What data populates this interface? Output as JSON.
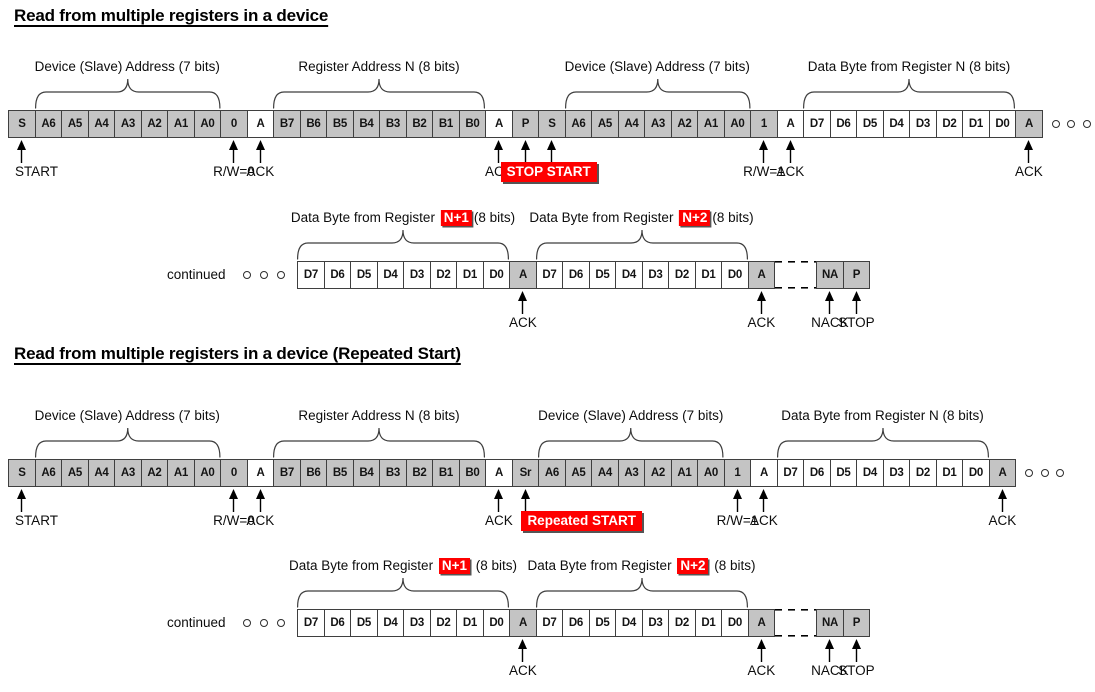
{
  "colors": {
    "background": "#ffffff",
    "cell_gray": "#c4c4c4",
    "cell_white": "#ffffff",
    "cell_border": "#3f3f3f",
    "text": "#0d0d0d",
    "highlight_red": "#fe0000",
    "highlight_text": "#ffffff",
    "brace": "#3d3d3d",
    "arrow": "#000000"
  },
  "diagrams": [
    {
      "title": "Read from multiple registers in a device",
      "rows": [
        {
          "cells": [
            {
              "t": "S",
              "f": "g"
            },
            {
              "t": "A6",
              "f": "g"
            },
            {
              "t": "A5",
              "f": "g"
            },
            {
              "t": "A4",
              "f": "g"
            },
            {
              "t": "A3",
              "f": "g"
            },
            {
              "t": "A2",
              "f": "g"
            },
            {
              "t": "A1",
              "f": "g"
            },
            {
              "t": "A0",
              "f": "g"
            },
            {
              "t": "0",
              "f": "g"
            },
            {
              "t": "A",
              "f": "w"
            },
            {
              "t": "B7",
              "f": "g"
            },
            {
              "t": "B6",
              "f": "g"
            },
            {
              "t": "B5",
              "f": "g"
            },
            {
              "t": "B4",
              "f": "g"
            },
            {
              "t": "B3",
              "f": "g"
            },
            {
              "t": "B2",
              "f": "g"
            },
            {
              "t": "B1",
              "f": "g"
            },
            {
              "t": "B0",
              "f": "g"
            },
            {
              "t": "A",
              "f": "w"
            },
            {
              "t": "P",
              "f": "g"
            },
            {
              "t": "S",
              "f": "g"
            },
            {
              "t": "A6",
              "f": "g"
            },
            {
              "t": "A5",
              "f": "g"
            },
            {
              "t": "A4",
              "f": "g"
            },
            {
              "t": "A3",
              "f": "g"
            },
            {
              "t": "A2",
              "f": "g"
            },
            {
              "t": "A1",
              "f": "g"
            },
            {
              "t": "A0",
              "f": "g"
            },
            {
              "t": "1",
              "f": "g"
            },
            {
              "t": "A",
              "f": "w"
            },
            {
              "t": "D7",
              "f": "w"
            },
            {
              "t": "D6",
              "f": "w"
            },
            {
              "t": "D5",
              "f": "w"
            },
            {
              "t": "D4",
              "f": "w"
            },
            {
              "t": "D3",
              "f": "w"
            },
            {
              "t": "D2",
              "f": "w"
            },
            {
              "t": "D1",
              "f": "w"
            },
            {
              "t": "D0",
              "f": "w"
            },
            {
              "t": "A",
              "f": "g"
            }
          ],
          "braces": [
            {
              "from": 1,
              "to": 7,
              "parts": [
                {
                  "t": "Device (Slave) Address (7 bits)"
                }
              ]
            },
            {
              "from": 10,
              "to": 17,
              "parts": [
                {
                  "t": "Register Address N (8 bits)"
                }
              ]
            },
            {
              "from": 21,
              "to": 27,
              "parts": [
                {
                  "t": "Device (Slave) Address (7 bits)"
                }
              ]
            },
            {
              "from": 30,
              "to": 37,
              "parts": [
                {
                  "t": "Data Byte from Register N (8 bits)"
                }
              ]
            }
          ],
          "callouts": [
            {
              "cells": [
                0
              ],
              "label": "START",
              "align": "left"
            },
            {
              "cells": [
                8
              ],
              "label": "R/W=0"
            },
            {
              "cells": [
                9
              ],
              "label": "ACK"
            },
            {
              "cells": [
                18
              ],
              "label": "ACK"
            },
            {
              "cells": [
                19,
                20
              ],
              "label": "STOP START",
              "red": true
            },
            {
              "cells": [
                28
              ],
              "label": "R/W=1"
            },
            {
              "cells": [
                29
              ],
              "label": "ACK"
            },
            {
              "cells": [
                38
              ],
              "label": "ACK"
            }
          ],
          "dots_after": true
        },
        {
          "prefix": "continued",
          "dots_before": true,
          "dash_gap_before": 18,
          "cells": [
            {
              "t": "D7",
              "f": "w"
            },
            {
              "t": "D6",
              "f": "w"
            },
            {
              "t": "D5",
              "f": "w"
            },
            {
              "t": "D4",
              "f": "w"
            },
            {
              "t": "D3",
              "f": "w"
            },
            {
              "t": "D2",
              "f": "w"
            },
            {
              "t": "D1",
              "f": "w"
            },
            {
              "t": "D0",
              "f": "w"
            },
            {
              "t": "A",
              "f": "g"
            },
            {
              "t": "D7",
              "f": "w"
            },
            {
              "t": "D6",
              "f": "w"
            },
            {
              "t": "D5",
              "f": "w"
            },
            {
              "t": "D4",
              "f": "w"
            },
            {
              "t": "D3",
              "f": "w"
            },
            {
              "t": "D2",
              "f": "w"
            },
            {
              "t": "D1",
              "f": "w"
            },
            {
              "t": "D0",
              "f": "w"
            },
            {
              "t": "A",
              "f": "g"
            },
            {
              "t": "NA",
              "f": "g"
            },
            {
              "t": "P",
              "f": "g"
            }
          ],
          "braces": [
            {
              "from": 0,
              "to": 7,
              "parts": [
                {
                  "t": "Data Byte from Register "
                },
                {
                  "t": "N+1",
                  "red": true
                },
                {
                  "t": "(8 bits)"
                }
              ]
            },
            {
              "from": 9,
              "to": 16,
              "parts": [
                {
                  "t": "Data Byte from Register "
                },
                {
                  "t": "N+2",
                  "red": true
                },
                {
                  "t": "(8 bits)"
                }
              ]
            }
          ],
          "callouts": [
            {
              "cells": [
                8
              ],
              "label": "ACK"
            },
            {
              "cells": [
                17
              ],
              "label": "ACK"
            },
            {
              "cells": [
                18
              ],
              "label": "NACK"
            },
            {
              "cells": [
                19
              ],
              "label": "STOP"
            }
          ]
        }
      ]
    },
    {
      "title": "Read from multiple registers in a device (Repeated Start)",
      "rows": [
        {
          "cells": [
            {
              "t": "S",
              "f": "g"
            },
            {
              "t": "A6",
              "f": "g"
            },
            {
              "t": "A5",
              "f": "g"
            },
            {
              "t": "A4",
              "f": "g"
            },
            {
              "t": "A3",
              "f": "g"
            },
            {
              "t": "A2",
              "f": "g"
            },
            {
              "t": "A1",
              "f": "g"
            },
            {
              "t": "A0",
              "f": "g"
            },
            {
              "t": "0",
              "f": "g"
            },
            {
              "t": "A",
              "f": "w"
            },
            {
              "t": "B7",
              "f": "g"
            },
            {
              "t": "B6",
              "f": "g"
            },
            {
              "t": "B5",
              "f": "g"
            },
            {
              "t": "B4",
              "f": "g"
            },
            {
              "t": "B3",
              "f": "g"
            },
            {
              "t": "B2",
              "f": "g"
            },
            {
              "t": "B1",
              "f": "g"
            },
            {
              "t": "B0",
              "f": "g"
            },
            {
              "t": "A",
              "f": "w"
            },
            {
              "t": "Sr",
              "f": "g"
            },
            {
              "t": "A6",
              "f": "g"
            },
            {
              "t": "A5",
              "f": "g"
            },
            {
              "t": "A4",
              "f": "g"
            },
            {
              "t": "A3",
              "f": "g"
            },
            {
              "t": "A2",
              "f": "g"
            },
            {
              "t": "A1",
              "f": "g"
            },
            {
              "t": "A0",
              "f": "g"
            },
            {
              "t": "1",
              "f": "g"
            },
            {
              "t": "A",
              "f": "w"
            },
            {
              "t": "D7",
              "f": "w"
            },
            {
              "t": "D6",
              "f": "w"
            },
            {
              "t": "D5",
              "f": "w"
            },
            {
              "t": "D4",
              "f": "w"
            },
            {
              "t": "D3",
              "f": "w"
            },
            {
              "t": "D2",
              "f": "w"
            },
            {
              "t": "D1",
              "f": "w"
            },
            {
              "t": "D0",
              "f": "w"
            },
            {
              "t": "A",
              "f": "g"
            }
          ],
          "braces": [
            {
              "from": 1,
              "to": 7,
              "parts": [
                {
                  "t": "Device (Slave) Address (7 bits)"
                }
              ]
            },
            {
              "from": 10,
              "to": 17,
              "parts": [
                {
                  "t": "Register Address N (8 bits)"
                }
              ]
            },
            {
              "from": 20,
              "to": 26,
              "parts": [
                {
                  "t": "Device (Slave) Address (7 bits)"
                }
              ]
            },
            {
              "from": 29,
              "to": 36,
              "parts": [
                {
                  "t": "Data Byte from Register N (8 bits)"
                }
              ]
            }
          ],
          "callouts": [
            {
              "cells": [
                0
              ],
              "label": "START",
              "align": "left"
            },
            {
              "cells": [
                8
              ],
              "label": "R/W=0"
            },
            {
              "cells": [
                9
              ],
              "label": "ACK"
            },
            {
              "cells": [
                18
              ],
              "label": "ACK"
            },
            {
              "cells": [
                19
              ],
              "label": "Repeated START",
              "red": true,
              "align": "left"
            },
            {
              "cells": [
                27
              ],
              "label": "R/W=1"
            },
            {
              "cells": [
                28
              ],
              "label": "ACK"
            },
            {
              "cells": [
                37
              ],
              "label": "ACK"
            }
          ],
          "dots_after": true
        },
        {
          "prefix": "continued",
          "dots_before": true,
          "dash_gap_before": 18,
          "cells": [
            {
              "t": "D7",
              "f": "w"
            },
            {
              "t": "D6",
              "f": "w"
            },
            {
              "t": "D5",
              "f": "w"
            },
            {
              "t": "D4",
              "f": "w"
            },
            {
              "t": "D3",
              "f": "w"
            },
            {
              "t": "D2",
              "f": "w"
            },
            {
              "t": "D1",
              "f": "w"
            },
            {
              "t": "D0",
              "f": "w"
            },
            {
              "t": "A",
              "f": "g"
            },
            {
              "t": "D7",
              "f": "w"
            },
            {
              "t": "D6",
              "f": "w"
            },
            {
              "t": "D5",
              "f": "w"
            },
            {
              "t": "D4",
              "f": "w"
            },
            {
              "t": "D3",
              "f": "w"
            },
            {
              "t": "D2",
              "f": "w"
            },
            {
              "t": "D1",
              "f": "w"
            },
            {
              "t": "D0",
              "f": "w"
            },
            {
              "t": "A",
              "f": "g"
            },
            {
              "t": "NA",
              "f": "g"
            },
            {
              "t": "P",
              "f": "g"
            }
          ],
          "braces": [
            {
              "from": 0,
              "to": 7,
              "parts": [
                {
                  "t": "Data Byte from Register "
                },
                {
                  "t": "N+1",
                  "red": true
                },
                {
                  "t": " (8 bits)"
                }
              ]
            },
            {
              "from": 9,
              "to": 16,
              "parts": [
                {
                  "t": "Data Byte from Register "
                },
                {
                  "t": "N+2",
                  "red": true
                },
                {
                  "t": " (8 bits)"
                }
              ]
            }
          ],
          "callouts": [
            {
              "cells": [
                8
              ],
              "label": "ACK"
            },
            {
              "cells": [
                17
              ],
              "label": "ACK"
            },
            {
              "cells": [
                18
              ],
              "label": "NACK"
            },
            {
              "cells": [
                19
              ],
              "label": "STOP"
            }
          ]
        }
      ]
    }
  ]
}
